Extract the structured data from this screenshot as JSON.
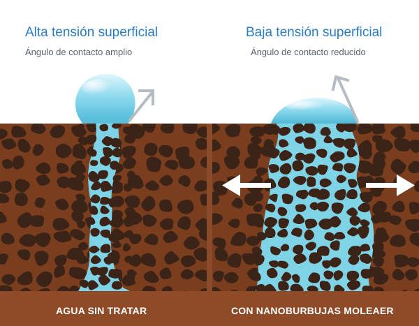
{
  "left": {
    "title": "Alta tensión superficial",
    "subtitle": "Ángulo de contacto amplio",
    "caption": "AGUA SIN TRATAR"
  },
  "right": {
    "title": "Baja tensión superficial",
    "subtitle": "Ángulo de contacto reducido",
    "caption": "CON NANOBURBUJAS MOLEAER"
  },
  "colors": {
    "heading": "#2b7cc1",
    "subtitle": "#5a6470",
    "soil": "#7a3e1f",
    "stone": "#3b2417",
    "water": "#7fd3e6",
    "arrow": "#b5bcc4"
  }
}
